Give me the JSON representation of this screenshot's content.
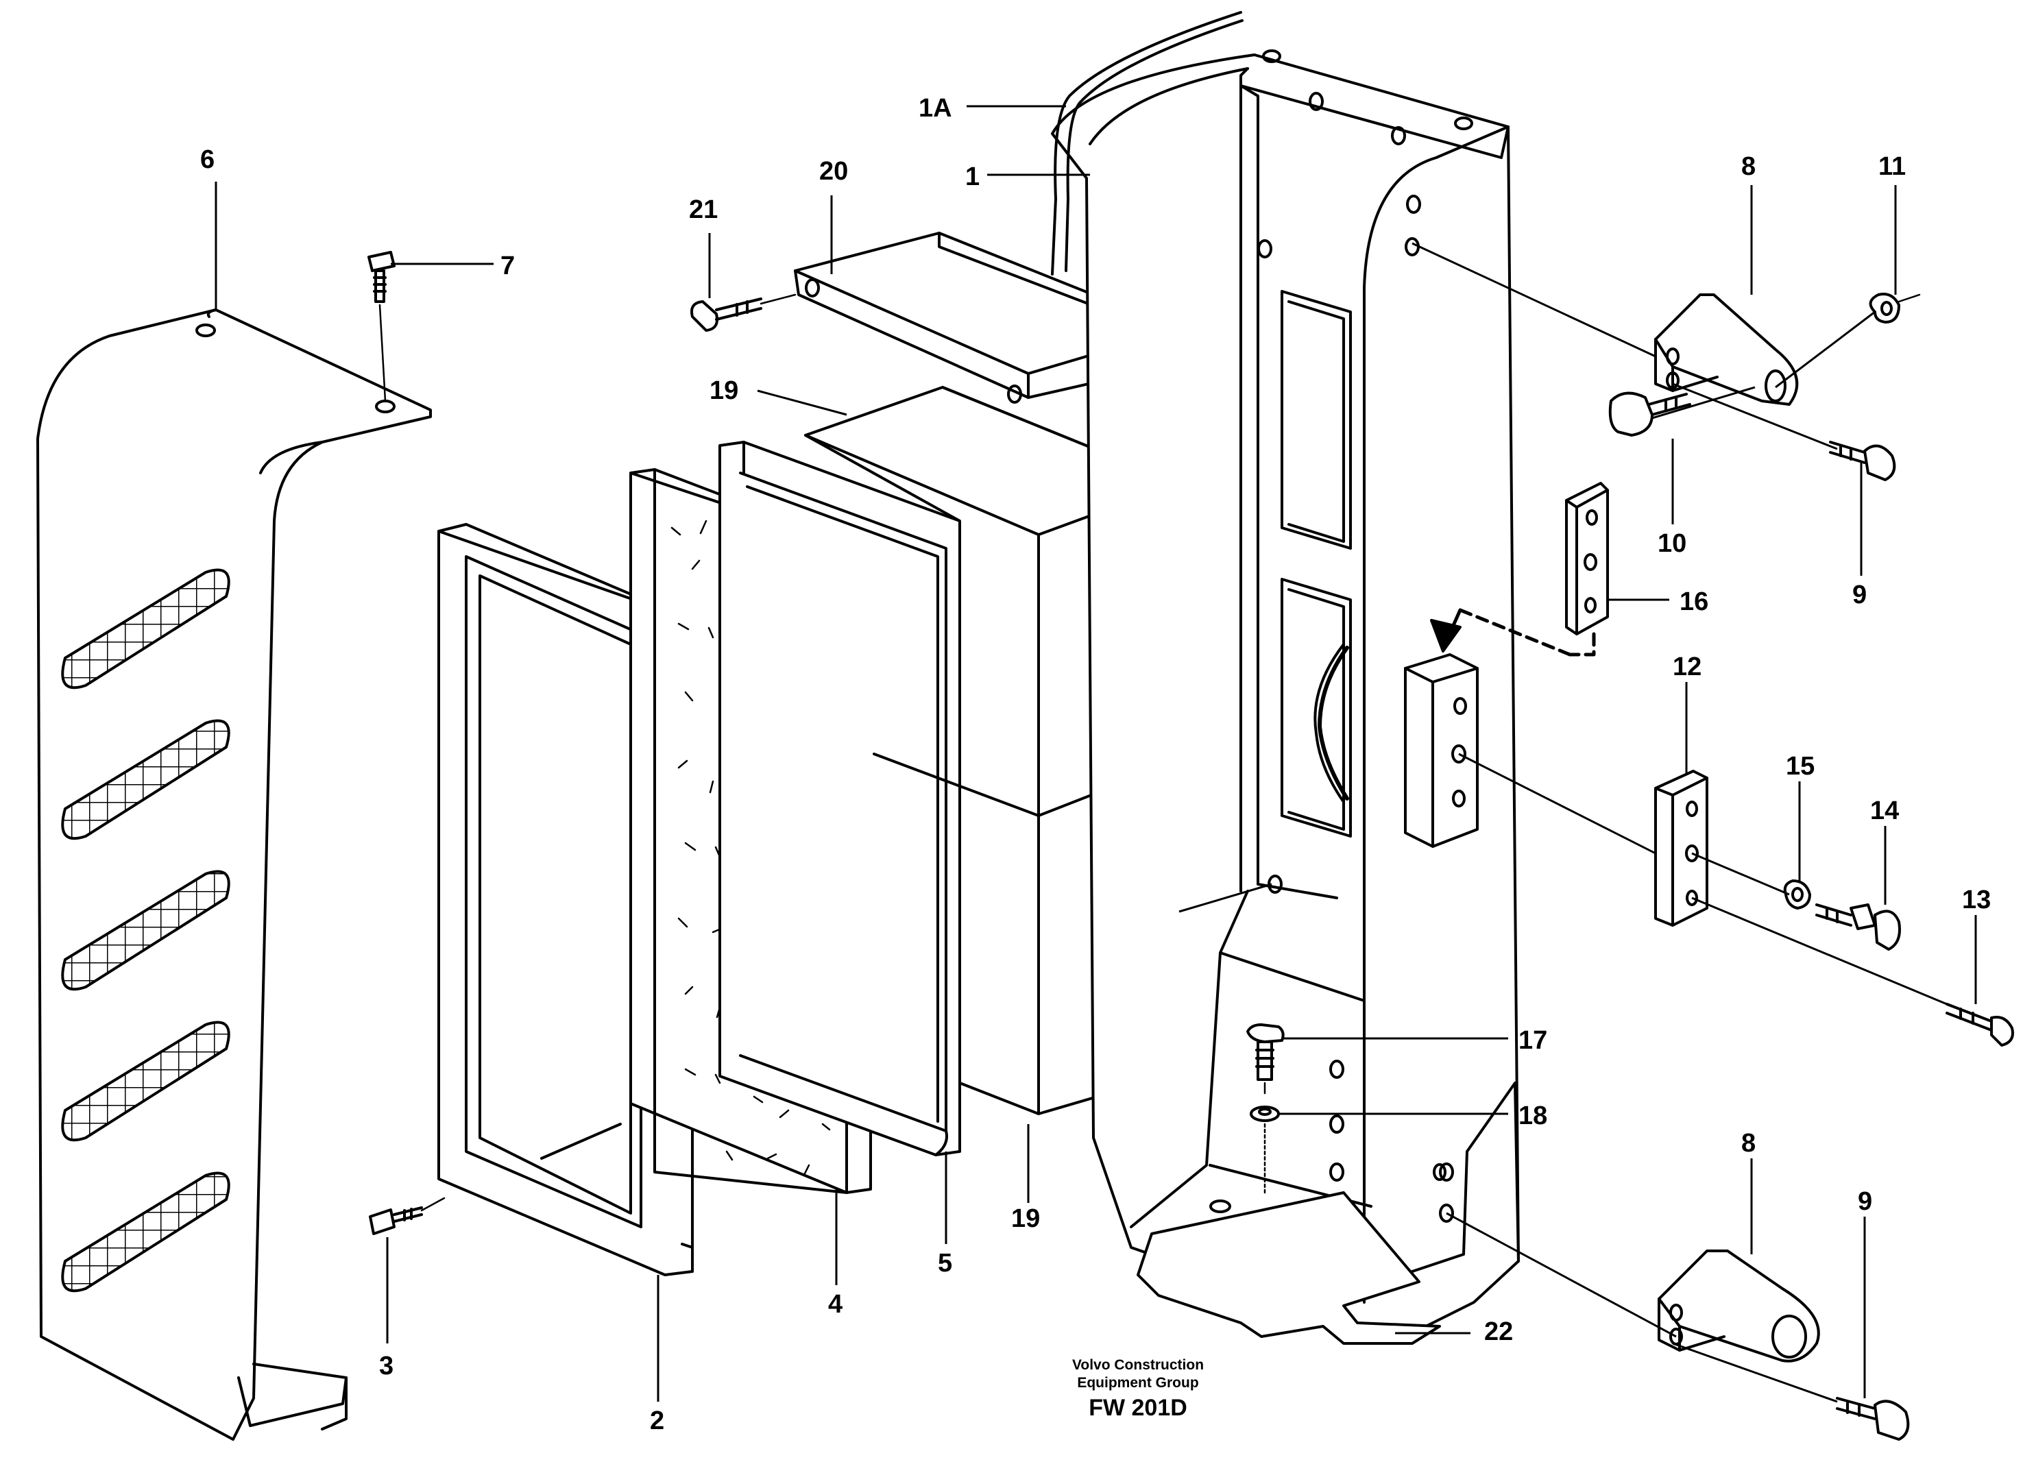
{
  "caption": {
    "line1": "Volvo Construction",
    "line2": "Equipment Group",
    "code": "FW 201D"
  },
  "labels": {
    "l1A": "1A",
    "l1": "1",
    "l2": "2",
    "l3": "3",
    "l4": "4",
    "l5": "5",
    "l6": "6",
    "l7": "7",
    "l8a": "8",
    "l8b": "8",
    "l9a": "9",
    "l9b": "9",
    "l10": "10",
    "l11": "11",
    "l12": "12",
    "l13": "13",
    "l14": "14",
    "l15": "15",
    "l16": "16",
    "l17": "17",
    "l18": "18",
    "l19a": "19",
    "l19b": "19",
    "l20": "20",
    "l21": "21",
    "l22": "22"
  }
}
